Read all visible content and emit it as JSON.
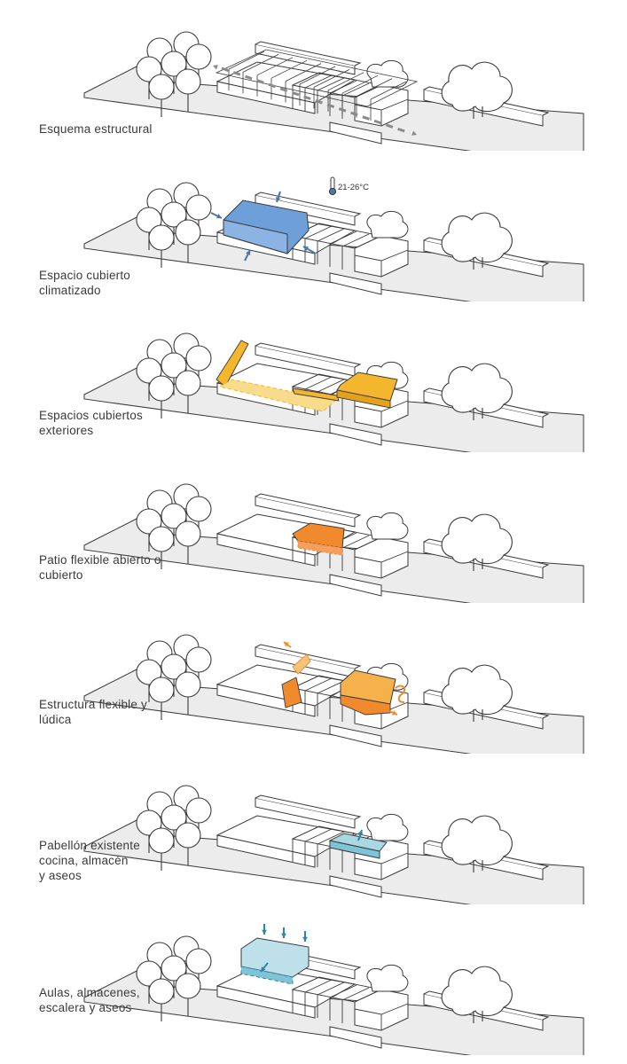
{
  "panels": [
    {
      "id": "structural",
      "caption": [
        "Esquema estructural"
      ],
      "highlight": "structure"
    },
    {
      "id": "climatized",
      "caption": [
        "Espacio cubierto",
        "climatizado"
      ],
      "highlight": "climate",
      "thermometer_label": "21-26°C"
    },
    {
      "id": "covered-exterior",
      "caption": [
        "Espacios cubiertos",
        "exteriores"
      ],
      "highlight": "exterior"
    },
    {
      "id": "flexible-patio",
      "caption": [
        "Patio flexible abierto o",
        "cubierto"
      ],
      "highlight": "patio"
    },
    {
      "id": "playful-structure",
      "caption": [
        "Estructura flexible y",
        "lúdica"
      ],
      "highlight": "playful"
    },
    {
      "id": "existing-pavilion",
      "caption": [
        "Pabellón existente",
        "cocina, almacén",
        "y aseos"
      ],
      "highlight": "pavilion"
    },
    {
      "id": "classrooms",
      "caption": [
        "Aulas, almacenes,",
        "escalera y aseos"
      ],
      "highlight": "classrooms"
    }
  ],
  "colors": {
    "ground": "#ececec",
    "line": "#3a3a3a",
    "arrow": "#8a8a8a",
    "blue": "#6f9fd8",
    "blue_arrow": "#4a76a8",
    "yellow": "#f3b62c",
    "yellow_light": "#f8dc8c",
    "orange": "#f08a2c",
    "cyan": "#7fc4d6",
    "cyan_arrow": "#2e86a6"
  }
}
